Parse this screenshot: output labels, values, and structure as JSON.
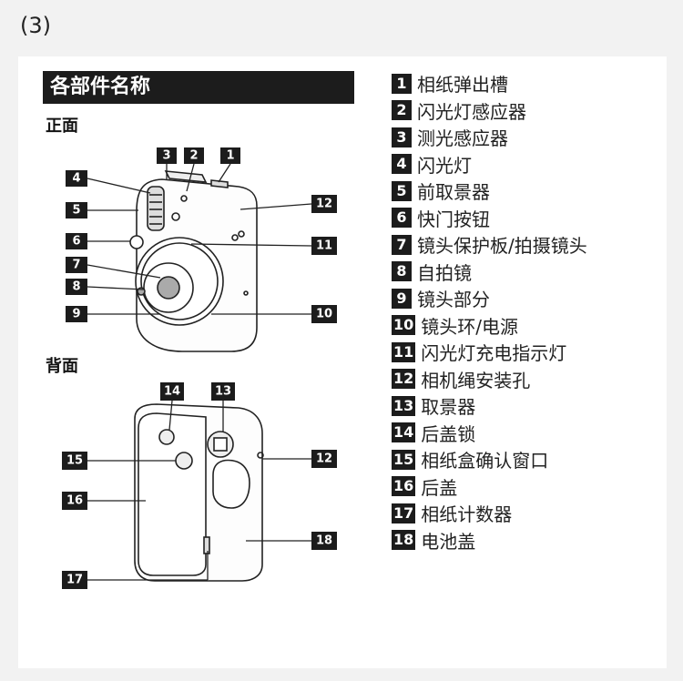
{
  "page_number": "(3)",
  "section_title": "各部件名称",
  "front_label": "正面",
  "back_label": "背面",
  "parts": [
    {
      "num": "1",
      "name": "相纸弹出槽"
    },
    {
      "num": "2",
      "name": "闪光灯感应器"
    },
    {
      "num": "3",
      "name": "测光感应器"
    },
    {
      "num": "4",
      "name": "闪光灯"
    },
    {
      "num": "5",
      "name": "前取景器"
    },
    {
      "num": "6",
      "name": "快门按钮"
    },
    {
      "num": "7",
      "name": "镜头保护板/拍摄镜头"
    },
    {
      "num": "8",
      "name": "自拍镜"
    },
    {
      "num": "9",
      "name": "镜头部分"
    },
    {
      "num": "10",
      "name": "镜头环/电源"
    },
    {
      "num": "11",
      "name": "闪光灯充电指示灯"
    },
    {
      "num": "12",
      "name": "相机绳安装孔"
    },
    {
      "num": "13",
      "name": "取景器"
    },
    {
      "num": "14",
      "name": "后盖锁"
    },
    {
      "num": "15",
      "name": "相纸盒确认窗口"
    },
    {
      "num": "16",
      "name": "后盖"
    },
    {
      "num": "17",
      "name": "相纸计数器"
    },
    {
      "num": "18",
      "name": "电池盖"
    }
  ],
  "front_callouts": [
    "3",
    "2",
    "1",
    "4",
    "5",
    "12",
    "6",
    "11",
    "7",
    "8",
    "9",
    "10"
  ],
  "back_callouts": [
    "14",
    "13",
    "15",
    "12",
    "16",
    "18",
    "17"
  ]
}
